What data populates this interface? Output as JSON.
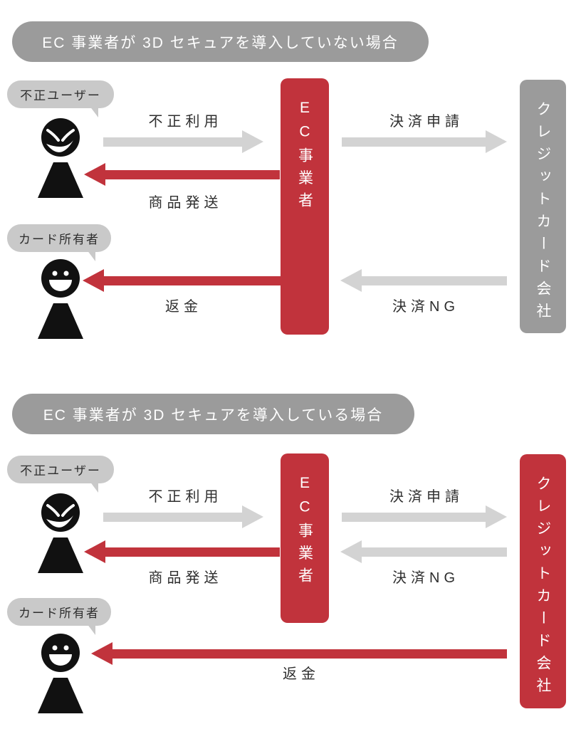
{
  "colors": {
    "red": "#c1333c",
    "gray": "#9b9b9b",
    "arrow_gray": "#d3d3d3",
    "bubble_gray": "#c9c9c9",
    "figure_black": "#111111"
  },
  "section1": {
    "title": "EC 事業者が 3D セキュアを導入していない場合",
    "fraud_user": "不正ユーザー",
    "card_holder": "カード所有者",
    "ec_box": "EC事業者",
    "card_company": "クレジットカード会社",
    "arrow_fraud_use": "不正利用",
    "arrow_ship": "商品発送",
    "arrow_pay_request": "決済申請",
    "arrow_pay_ng": "決済NG",
    "arrow_refund": "返金"
  },
  "section2": {
    "title": "EC 事業者が 3D セキュアを導入している場合",
    "fraud_user": "不正ユーザー",
    "card_holder": "カード所有者",
    "ec_box": "EC事業者",
    "card_company": "クレジットカード会社",
    "arrow_fraud_use": "不正利用",
    "arrow_ship": "商品発送",
    "arrow_pay_request": "決済申請",
    "arrow_pay_ng": "決済NG",
    "arrow_refund": "返金"
  }
}
